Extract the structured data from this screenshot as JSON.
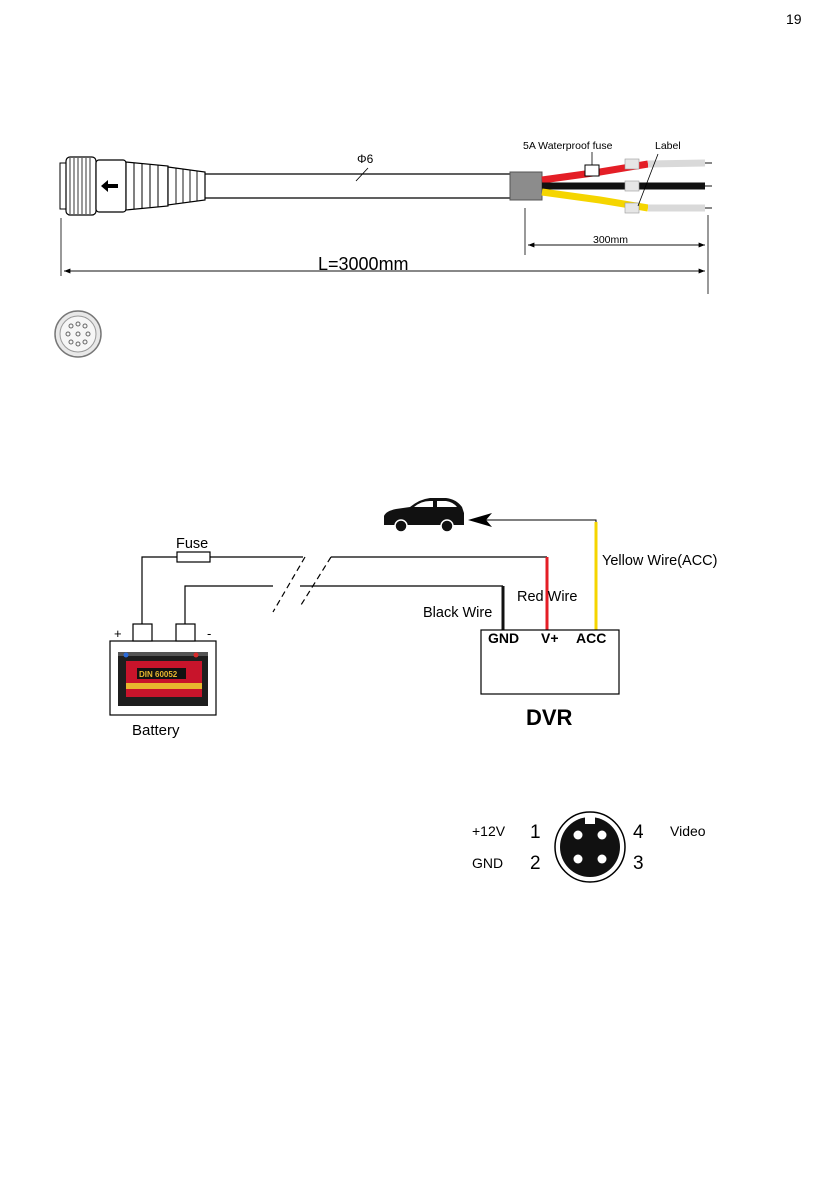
{
  "page_number": "19",
  "cable": {
    "fuse_label": "5A Waterproof fuse",
    "label_tag": "Label",
    "diameter": "Φ6",
    "tail_length": "300mm",
    "total_length": "L=3000mm"
  },
  "wiring": {
    "fuse": "Fuse",
    "plus": "+",
    "minus": "-",
    "battery": "Battery",
    "battery_brand": "DIN 60052",
    "black_wire": "Black Wire",
    "red_wire": "Red Wire",
    "yellow_wire": "Yellow Wire(ACC)",
    "gnd": "GND",
    "vplus": "V+",
    "acc": "ACC",
    "dvr": "DVR"
  },
  "pinout": {
    "pin1_label": "+12V",
    "pin1": "1",
    "pin2_label": "GND",
    "pin2": "2",
    "pin3": "3",
    "pin4": "4",
    "pin4_label": "Video"
  },
  "colors": {
    "red_wire": "#e41e26",
    "black_wire": "#111111",
    "yellow_wire": "#f5d500",
    "battery_red": "#c8142b",
    "battery_gold": "#e8b82e"
  }
}
